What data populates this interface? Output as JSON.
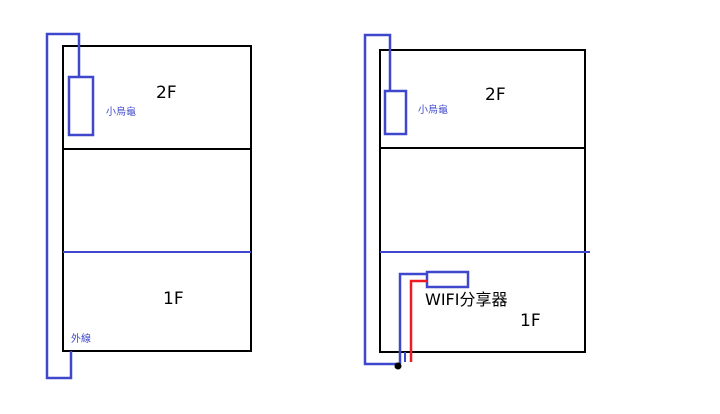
{
  "colors": {
    "outline": "#000000",
    "wire": "#3f48cc",
    "power_wire": "#ed1c24",
    "label_blue": "#3f48cc",
    "background": "#ffffff"
  },
  "left_diagram": {
    "floor_2_label": "2F",
    "floor_1_label": "1F",
    "device_label": "小烏龜",
    "external_line_label": "外線"
  },
  "right_diagram": {
    "floor_2_label": "2F",
    "floor_1_label": "1F",
    "device_label": "小烏龜",
    "router_label": "WIFI分享器"
  }
}
